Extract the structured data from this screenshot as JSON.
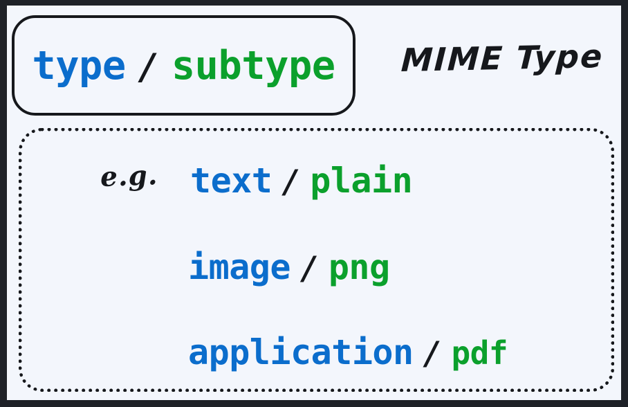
{
  "diagram": {
    "title": "MIME Type",
    "background_color": "#f3f6fc",
    "frame_color": "#1e2127",
    "type_color": "#0b6dcc",
    "subtype_color": "#0ba02c",
    "slash_color": "#16181c",
    "syntax": {
      "type_token": "type",
      "slash": "/",
      "subtype_token": "subtype"
    },
    "examples": {
      "marker_label": "e.g.",
      "rows": [
        {
          "type": "text",
          "slash": "/",
          "subtype": "plain"
        },
        {
          "type": "image",
          "slash": "/",
          "subtype": "png"
        },
        {
          "type": "application",
          "slash": "/",
          "subtype": "pdf"
        }
      ]
    }
  }
}
